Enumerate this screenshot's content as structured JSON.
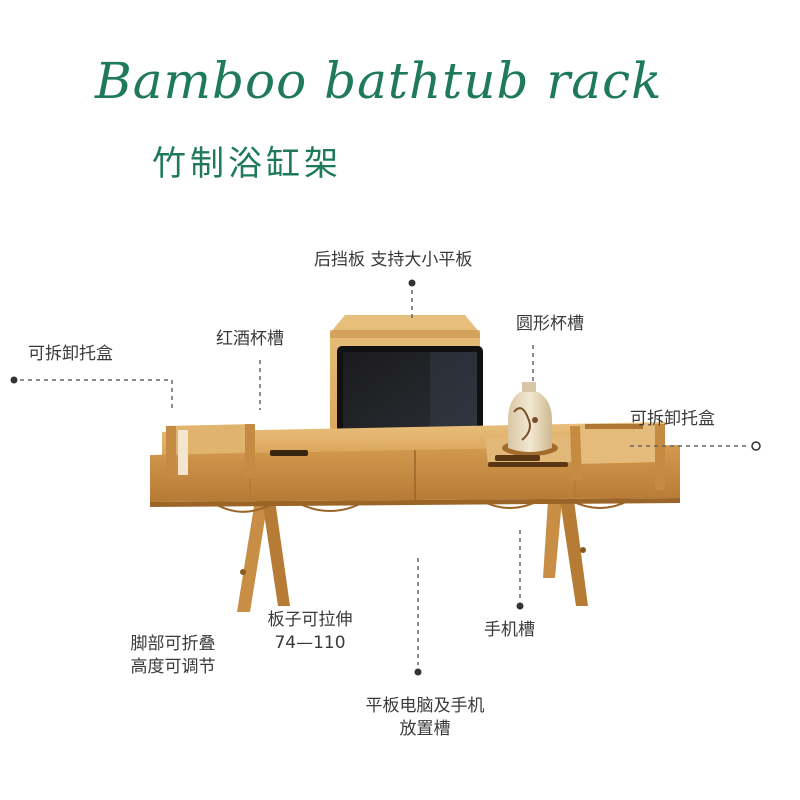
{
  "title_en": "Bamboo bathtub rack",
  "title_zh": "竹制浴缸架",
  "callouts": {
    "back_board": "后挡板 支持大小平板",
    "wine_slot": "红酒杯槽",
    "round_cup_slot": "圆形杯槽",
    "tray_left": "可拆卸托盒",
    "tray_right": "可拆卸托盒",
    "extendable_line1": "板子可拉伸",
    "extendable_line2": "74—110",
    "phone_slot": "手机槽",
    "legs_line1": "脚部可折叠",
    "legs_line2": "高度可调节",
    "tablet_line1": "平板电脑及手机",
    "tablet_line2": "放置槽"
  },
  "colors": {
    "title": "#1f7a5c",
    "bamboo_light": "#e2b673",
    "bamboo_mid": "#d49a4c",
    "bamboo_dark": "#b87a32",
    "leader": "#666666"
  }
}
